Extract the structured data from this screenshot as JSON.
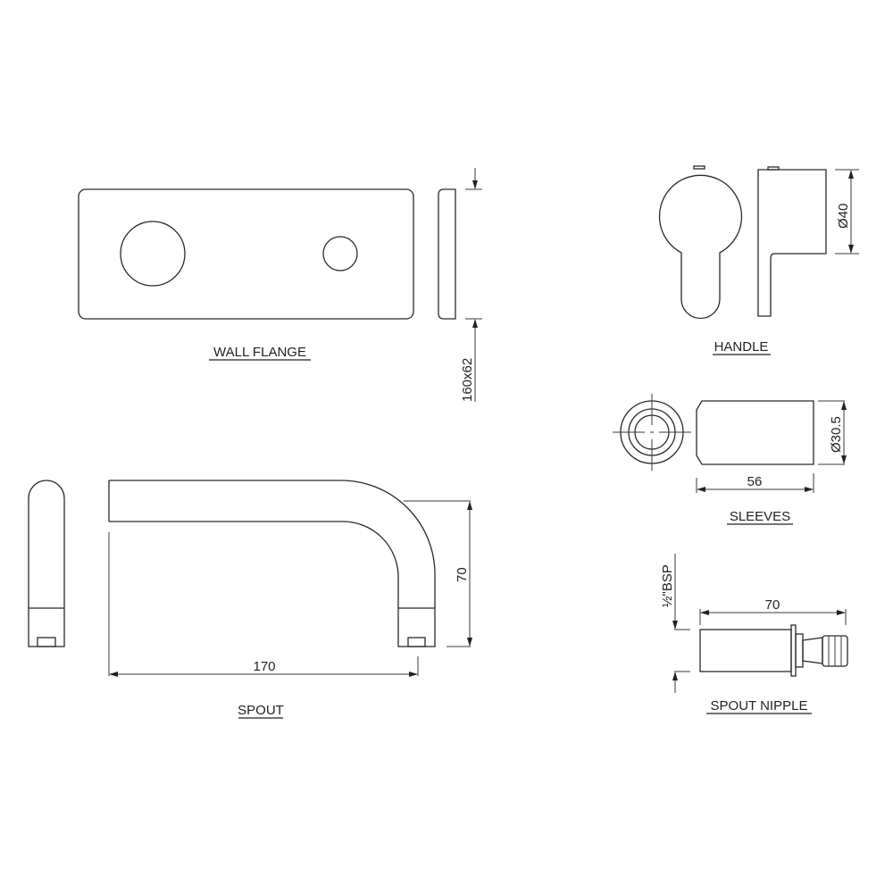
{
  "drawing": {
    "parts": [
      {
        "id": "wall_flange",
        "label": "WALL FLANGE",
        "dimension": "160x62"
      },
      {
        "id": "handle",
        "label": "HANDLE",
        "dimension": "Ø40"
      },
      {
        "id": "sleeves",
        "label": "SLEEVES",
        "dimensions": {
          "length": "56",
          "diameter": "Ø30.5"
        }
      },
      {
        "id": "spout",
        "label": "SPOUT",
        "dimensions": {
          "length": "170",
          "height": "70"
        }
      },
      {
        "id": "spout_nipple",
        "label": "SPOUT NIPPLE",
        "dimensions": {
          "length": "70",
          "thread": "½\"BSP"
        }
      }
    ]
  },
  "labels": {
    "wall_flange": "WALL FLANGE",
    "handle": "HANDLE",
    "sleeves": "SLEEVES",
    "spout": "SPOUT",
    "spout_nipple": "SPOUT NIPPLE"
  },
  "dims": {
    "flange": "160x62",
    "handle_dia": "Ø40",
    "sleeve_dia": "Ø30.5",
    "sleeve_len": "56",
    "spout_len": "170",
    "spout_height": "70",
    "nipple_len": "70",
    "nipple_thread": "½\"BSP"
  }
}
